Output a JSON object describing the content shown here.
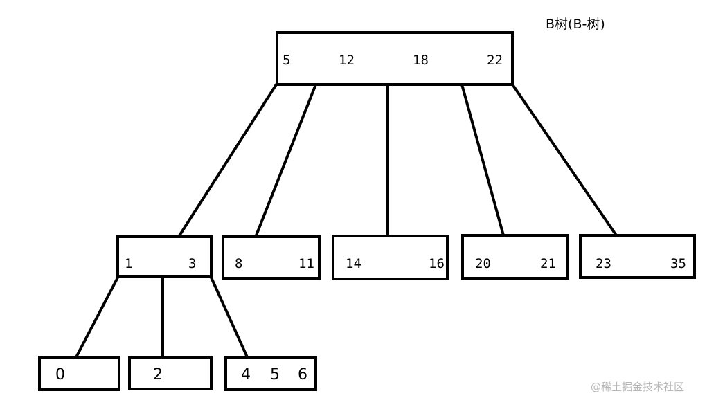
{
  "title": "B树(B-树)",
  "watermark": "@稀土掘金技术社区",
  "nodes": {
    "root": {
      "keys": [
        "5",
        "12",
        "18",
        "22"
      ]
    },
    "level1": [
      {
        "keys": [
          "1",
          "3"
        ]
      },
      {
        "keys": [
          "8",
          "11"
        ]
      },
      {
        "keys": [
          "14",
          "16"
        ]
      },
      {
        "keys": [
          "20",
          "21"
        ]
      },
      {
        "keys": [
          "23",
          "35"
        ]
      }
    ],
    "level2": [
      {
        "keys": [
          "0"
        ]
      },
      {
        "keys": [
          "2"
        ]
      },
      {
        "keys": [
          "4",
          "5",
          "6"
        ]
      }
    ]
  }
}
